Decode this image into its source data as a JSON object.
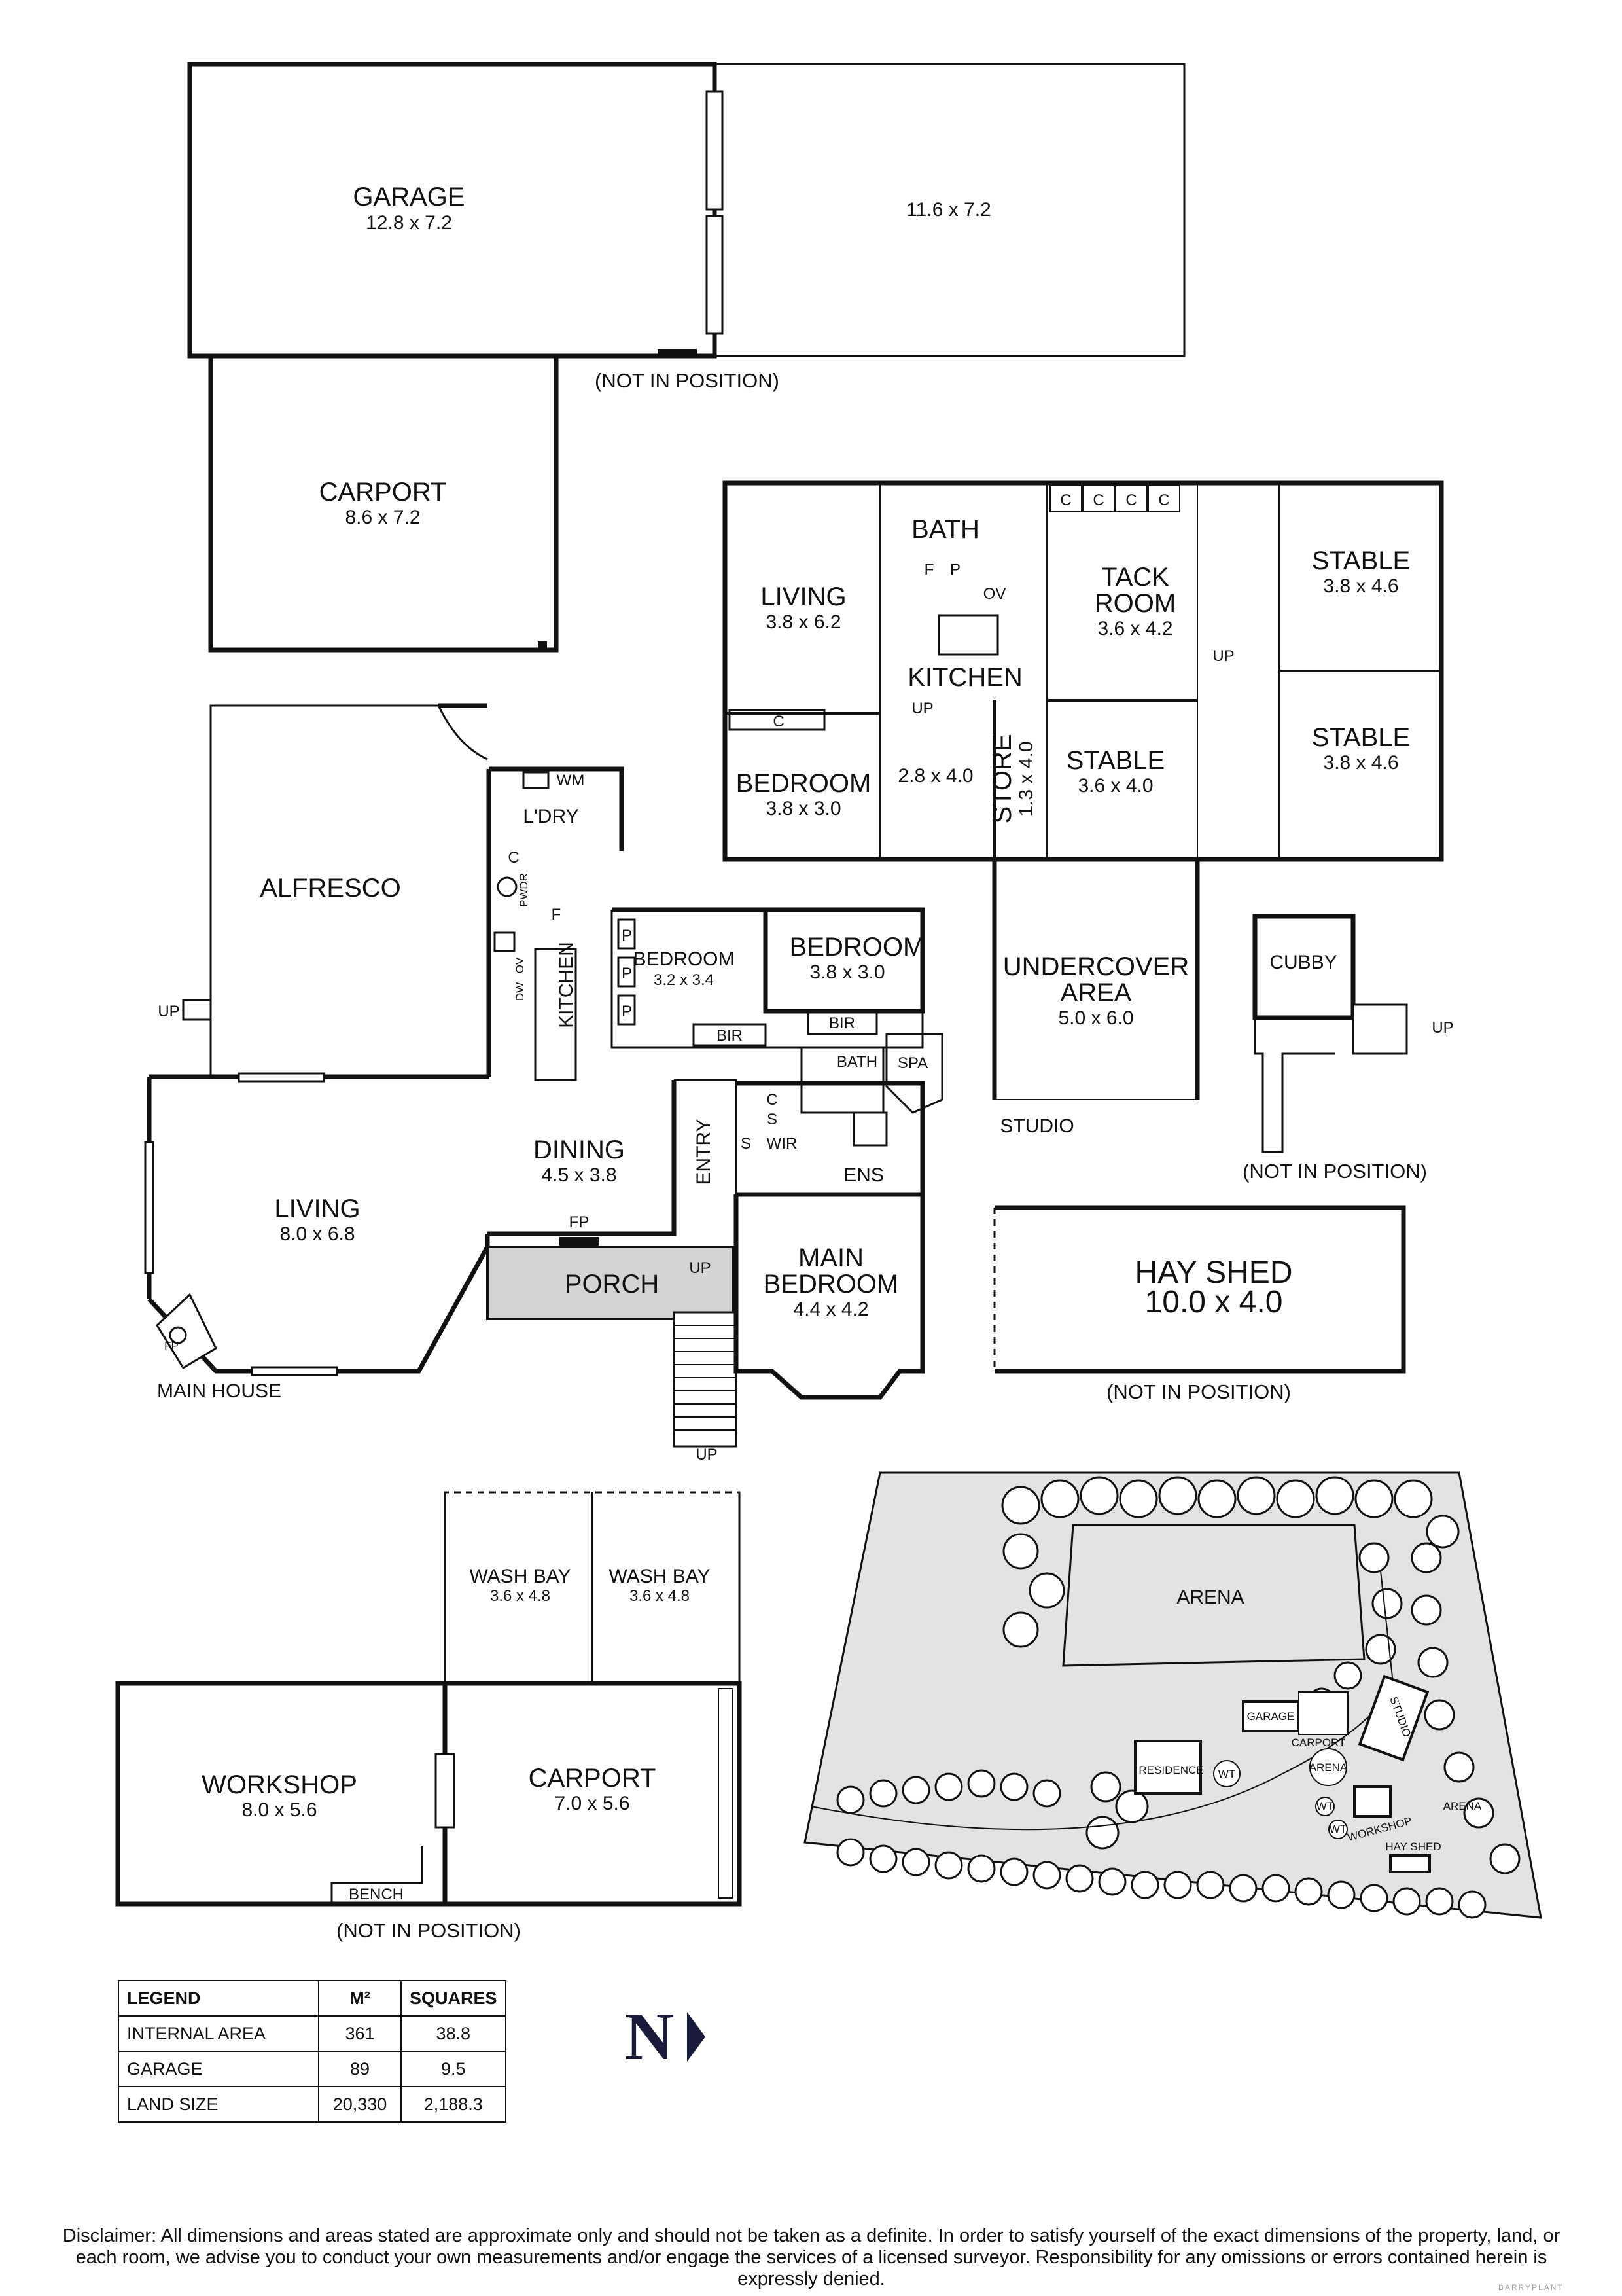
{
  "rooms": {
    "garage": {
      "name": "GARAGE",
      "dim": "12.8 x 7.2"
    },
    "garage_ext": {
      "dim": "11.6 x 7.2"
    },
    "carport": {
      "name": "CARPORT",
      "dim": "8.6 x 7.2"
    },
    "alfresco": {
      "name": "ALFRESCO"
    },
    "living_main": {
      "name": "LIVING",
      "dim": "8.0 x 6.8"
    },
    "dining": {
      "name": "DINING",
      "dim": "4.5 x 3.8"
    },
    "porch": {
      "name": "PORCH"
    },
    "entry": {
      "name": "ENTRY"
    },
    "kitchen_main": {
      "name": "KITCHEN"
    },
    "laundry": {
      "name": "L'DRY"
    },
    "bedroom_a": {
      "name": "BEDROOM",
      "dim": "3.2 x 3.4"
    },
    "bedroom_b": {
      "name": "BEDROOM",
      "dim": "3.8 x 3.0"
    },
    "main_bedroom": {
      "name1": "MAIN",
      "name2": "BEDROOM",
      "dim": "4.4 x 4.2"
    },
    "bath_main": {
      "name": "BATH"
    },
    "spa": {
      "name": "SPA"
    },
    "wir": {
      "name": "WIR"
    },
    "ens": {
      "name": "ENS"
    },
    "studio_living": {
      "name": "LIVING",
      "dim": "3.8 x 6.2"
    },
    "studio_bath": {
      "name": "BATH"
    },
    "studio_kitchen": {
      "name": "KITCHEN"
    },
    "studio_bedroom": {
      "name": "BEDROOM",
      "dim": "3.8 x 3.0"
    },
    "studio_room": {
      "dim": "2.8 x 4.0"
    },
    "store": {
      "name": "STORE",
      "dim": "1.3 x 4.0"
    },
    "tack_room": {
      "name1": "TACK",
      "name2": "ROOM",
      "dim": "3.6 x 4.2"
    },
    "stable_c": {
      "name": "STABLE",
      "dim": "3.6 x 4.0"
    },
    "stable_a": {
      "name": "STABLE",
      "dim": "3.8 x 4.6"
    },
    "stable_b": {
      "name": "STABLE",
      "dim": "3.8 x 4.6"
    },
    "undercover": {
      "name1": "UNDERCOVER",
      "name2": "AREA",
      "dim": "5.0 x 6.0"
    },
    "cubby": {
      "name": "CUBBY"
    },
    "hay_shed": {
      "name": "HAY SHED",
      "dim": "10.0 x 4.0"
    },
    "wash_bay_a": {
      "name": "WASH BAY",
      "dim": "3.6 x 4.8"
    },
    "wash_bay_b": {
      "name": "WASH BAY",
      "dim": "3.6 x 4.8"
    },
    "workshop": {
      "name": "WORKSHOP",
      "dim": "8.0 x 5.6"
    },
    "carport_2": {
      "name": "CARPORT",
      "dim": "7.0 x 5.6"
    },
    "bench": {
      "name": "BENCH"
    }
  },
  "fixtures": {
    "wm": "WM",
    "c": "C",
    "pwdr": "PWDR",
    "f": "F",
    "p": "P",
    "ov": "OV",
    "dw": "DW",
    "fp": "FP",
    "bir": "BIR",
    "s": "S",
    "up": "UP"
  },
  "notes": {
    "not_in_position": "(NOT IN POSITION)",
    "main_house": "MAIN HOUSE",
    "studio": "STUDIO"
  },
  "site": {
    "arena_large": "ARENA",
    "garage": "GARAGE",
    "carport": "CARPORT",
    "studio": "STUDIO",
    "residence": "RESIDENCE",
    "wt": "WT",
    "arena_small": "ARENA",
    "workshop": "WORKSHOP",
    "arena_lbl": "ARENA",
    "hay_shed": "HAY SHED"
  },
  "legend": {
    "headers": [
      "LEGEND",
      "M²",
      "SQUARES"
    ],
    "rows": [
      {
        "label": "INTERNAL AREA",
        "m2": "361",
        "squares": "38.8"
      },
      {
        "label": "GARAGE",
        "m2": "89",
        "squares": "9.5"
      },
      {
        "label": "LAND SIZE",
        "m2": "20,330",
        "squares": "2,188.3"
      }
    ]
  },
  "north": {
    "letter": "N"
  },
  "disclaimer": "Disclaimer: All dimensions and areas stated are approximate only and should not be taken as a definite. In order to satisfy yourself of the exact dimensions of the property, land, or each room, we advise you to conduct your own measurements and/or engage the services of a licensed surveyor. Responsibility for any omissions or errors contained herein is expressly denied.",
  "credit": "BARRYPLANT",
  "colors": {
    "line": "#111111",
    "porch_fill": "#d4d4d4",
    "site_fill": "#e3e3e3",
    "tree_fill": "#ffffff"
  }
}
